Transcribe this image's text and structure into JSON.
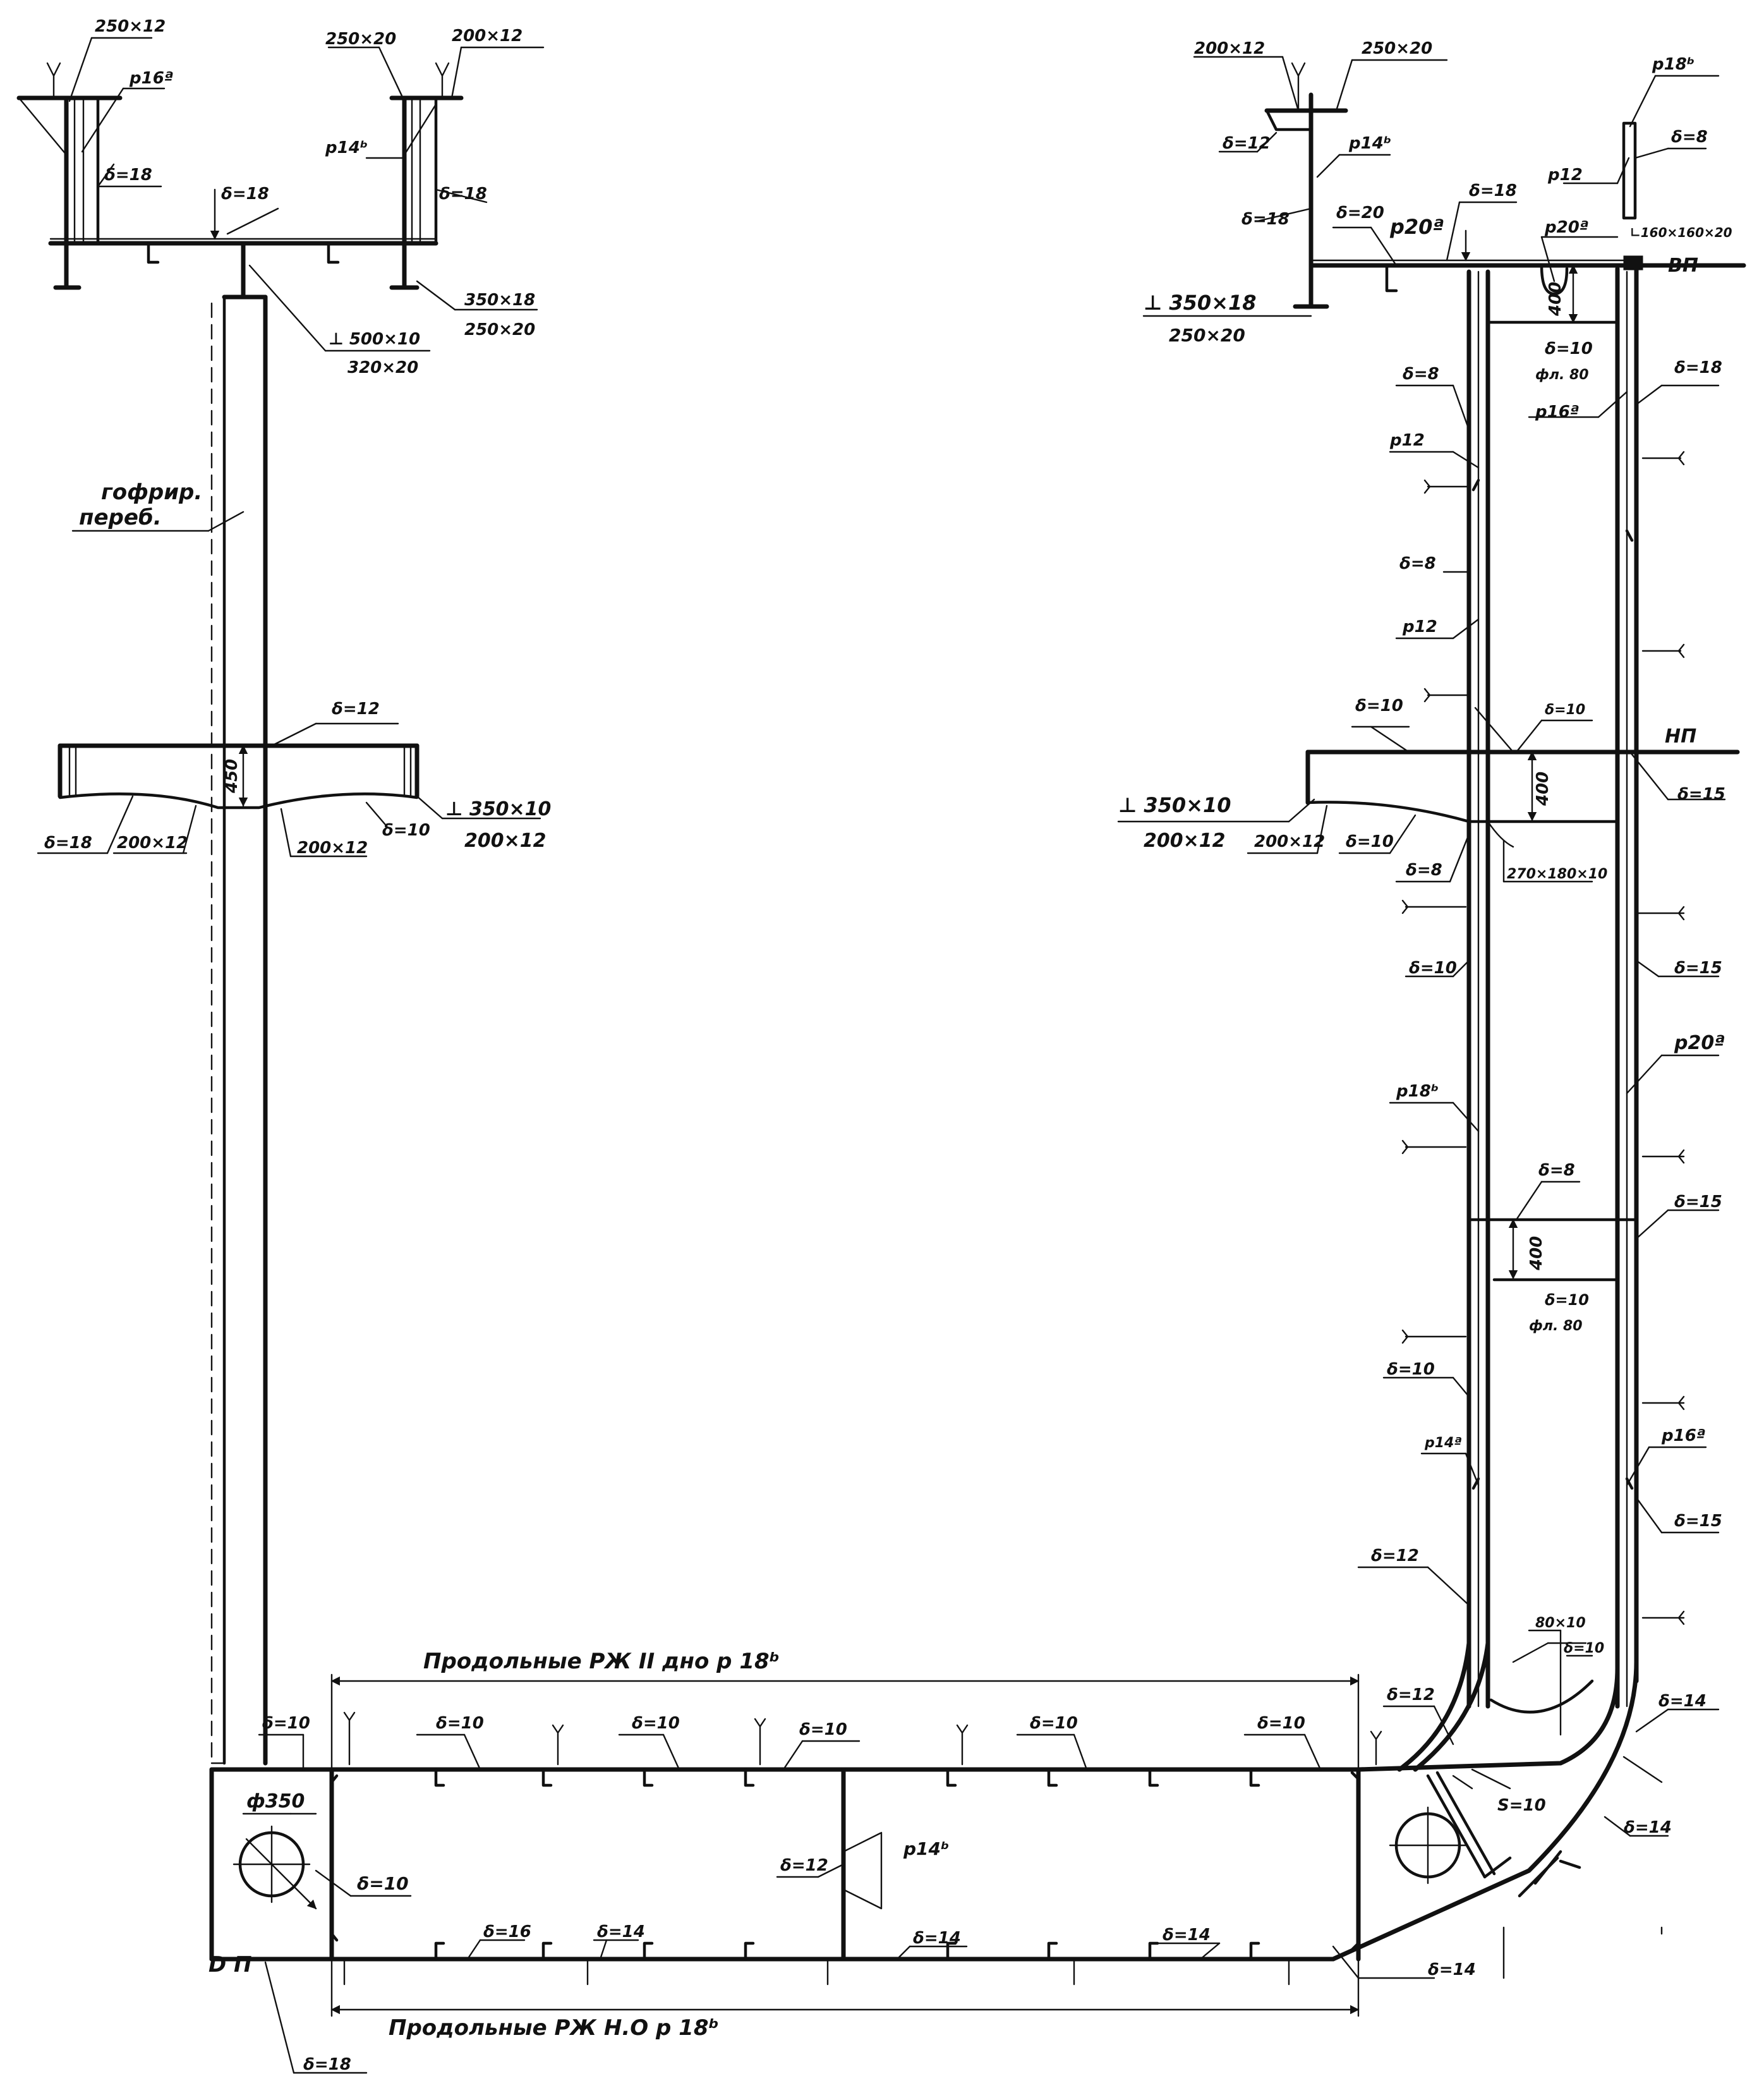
{
  "labels": {
    "tl_250x12": "250×12",
    "tl_p16a": "р16ª",
    "tl_d18_left": "δ=18",
    "tl_d18_mid": "δ=18",
    "tl_250x20": "250×20",
    "tl_200x12": "200×12",
    "tl_p14b": "р14ᵇ",
    "tl_d18_right": "δ=18",
    "tl_350x18": "350×18",
    "tl_250x20b": "250×20",
    "tl_T500x10": "⊥ 500×10",
    "tl_320x20": "320×20",
    "corr1": "гофрир.",
    "corr2": "переб.",
    "lm_d12": "δ=12",
    "lm_450": "450",
    "lm_T350x10": "⊥ 350×10",
    "lm_200x12r": "200×12",
    "lm_d10": "δ=10",
    "lm_d18": "δ=18",
    "lm_200x12a": "200×12",
    "lm_200x12b": "200×12",
    "tr_200x12": "200×12",
    "tr_250x20": "250×20",
    "tr_p18b": "р18ᵇ",
    "tr_d12": "δ=12",
    "tr_p14b": "р14ᵇ",
    "tr_d8": "δ=8",
    "tr_d18top": "δ=18",
    "tr_p12": "р12",
    "tr_d18left": "δ=18",
    "tr_d20": "δ=20",
    "tr_p20a": "р20ª",
    "tr_p20a2": "р20ª",
    "tr_L160": "∟160×160×20",
    "tr_VP": "ВП",
    "tr_T350x18": "⊥ 350×18",
    "tr_250x20b": "250×20",
    "tr_400": "400",
    "tr_d10a": "δ=10",
    "tr_fl80a": "фл. 80",
    "tr_d8a": "δ=8",
    "tr_p16a": "р16ª",
    "tr_d18r": "δ=18",
    "tr_p12a": "р12",
    "tr_d8b": "δ=8",
    "tr_p12b": "р12",
    "rm_d10": "δ=10",
    "rm_d10b": "δ=10",
    "rm_NP": "НП",
    "rm_400": "400",
    "rm_T350x10": "⊥ 350×10",
    "rm_200x12": "200×12",
    "rm_200x12b": "200×12",
    "rm_d10c": "δ=10",
    "rm_d15": "δ=15",
    "rm_d8": "δ=8",
    "rm_270": "270×180×10",
    "rs_d10": "δ=10",
    "rs_d15": "δ=15",
    "rs_p20a": "р20ª",
    "rs_p18b": "р18ᵇ",
    "rs_d8": "δ=8",
    "rs_d15b": "δ=15",
    "rs_400": "400",
    "rs_d10b": "δ=10",
    "rs_fl80": "фл. 80",
    "rs_d10c": "δ=10",
    "rs_p14a": "р14ª",
    "rs_p16a": "р16ª",
    "rs_d15c": "δ=15",
    "rs_d12": "δ=12",
    "rs_80x10": "80×10",
    "rs_d10d": "δ=10",
    "rs_d14": "δ=14",
    "rs_d12b": "δ=12",
    "bt_title_top": "Продольные   РЖ   II дно            р 18ᵇ",
    "bt_d10_1": "δ=10",
    "bt_d10_2": "δ=10",
    "bt_d10_3": "δ=10",
    "bt_d10_4": "δ=10",
    "bt_d10_5": "δ=10",
    "bt_d10_6": "δ=10",
    "bt_phi350": "ф350",
    "bt_d10_7": "δ=10",
    "bt_d12": "δ=12",
    "bt_p14b": "р14ᵇ",
    "bt_s10": "S=10",
    "bt_d14a": "δ=14",
    "bt_d14b": "δ=14",
    "bt_d16": "δ=16",
    "bt_d14c": "δ=14",
    "bt_d14d": "δ=14",
    "bt_d14e": "δ=14",
    "bt_DP": "D П",
    "bt_d18": "δ=18",
    "bt_title_bot": "Продольные   РЖ   Н.О          р 18ᵇ"
  }
}
